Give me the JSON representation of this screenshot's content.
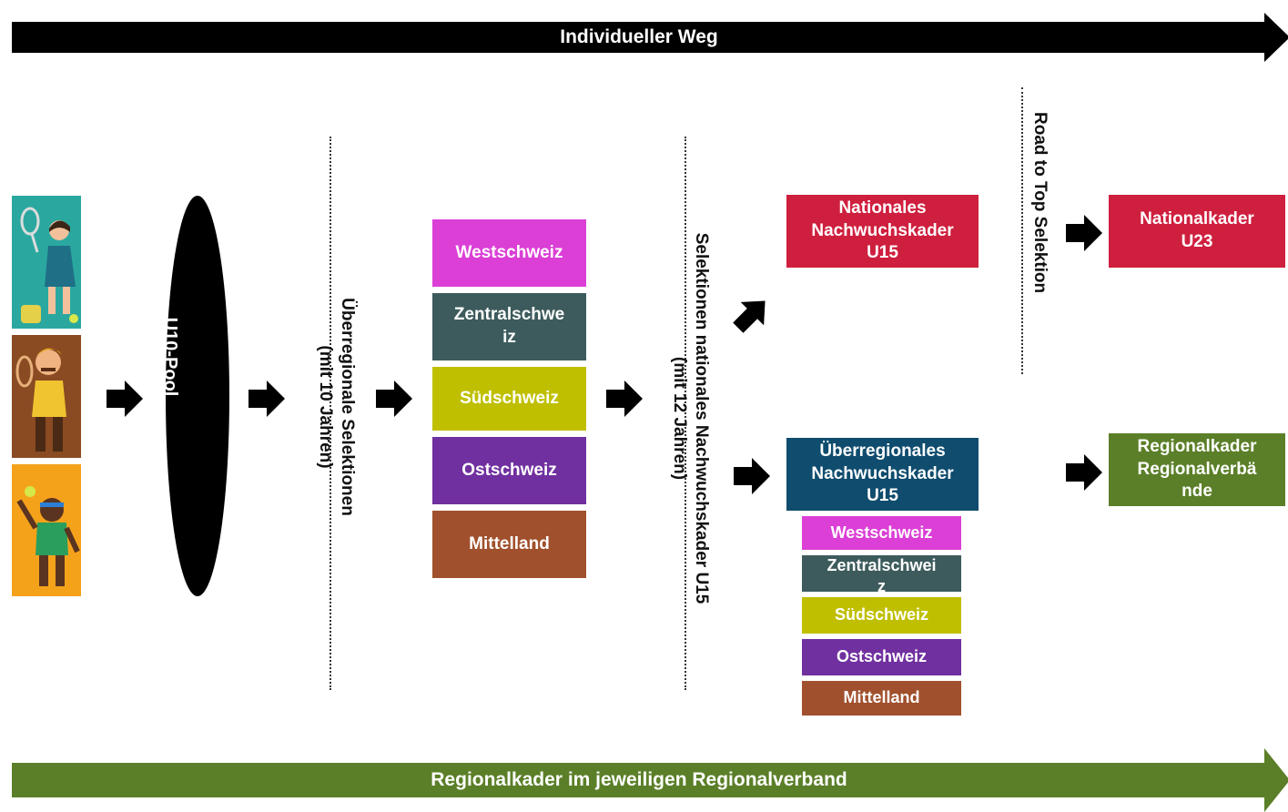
{
  "top_banner": {
    "label": "Individueller Weg",
    "color": "#000000"
  },
  "bottom_banner": {
    "label": "Regionalkader im jeweiligen Regionalverband",
    "color": "#5b7f28"
  },
  "pool": {
    "label": "U10-Pool"
  },
  "selections": {
    "regional": "Überregionale Selektionen\n(mit 10 Jahren)",
    "national": "Selektionen nationales Nachwuchskader U15\n(mit 12 Jahren)",
    "road_to_top": "Road to Top Selektion"
  },
  "regions": [
    {
      "label": "Westschweiz",
      "color": "#db3fd6"
    },
    {
      "label": "Zentralschwe\niz",
      "color": "#3d5b5c"
    },
    {
      "label": "Südschweiz",
      "color": "#bfbf00"
    },
    {
      "label": "Ostschweiz",
      "color": "#7030a0"
    },
    {
      "label": "Mittelland",
      "color": "#a0502c"
    }
  ],
  "boxes": {
    "national_u15": {
      "label": "Nationales\nNachwuchskader\nU15",
      "color": "#cf1f3e"
    },
    "regional_u15": {
      "label": "Überregionales\nNachwuchskader\nU15",
      "color": "#0f4c6e"
    },
    "national_u23": {
      "label": "Nationalkader\nU23",
      "color": "#cf1f3e"
    },
    "regional_kader": {
      "label": "Regionalkader\nRegionalverbä\nnde",
      "color": "#5b7f28"
    }
  },
  "sub_regions": [
    {
      "label": "Westschweiz",
      "color": "#db3fd6"
    },
    {
      "label": "Zentralschwei\nz",
      "color": "#3d5b5c"
    },
    {
      "label": "Südschweiz",
      "color": "#bfbf00"
    },
    {
      "label": "Ostschweiz",
      "color": "#7030a0"
    },
    {
      "label": "Mittelland",
      "color": "#a0502c"
    }
  ],
  "illustrations": [
    {
      "icon": "tennis-girl-illustration",
      "color": "#2aa8a0"
    },
    {
      "icon": "tennis-boy-illustration",
      "color": "#8a4a22"
    },
    {
      "icon": "tennis-player-jumping-illustration",
      "color": "#f5a21b"
    }
  ]
}
